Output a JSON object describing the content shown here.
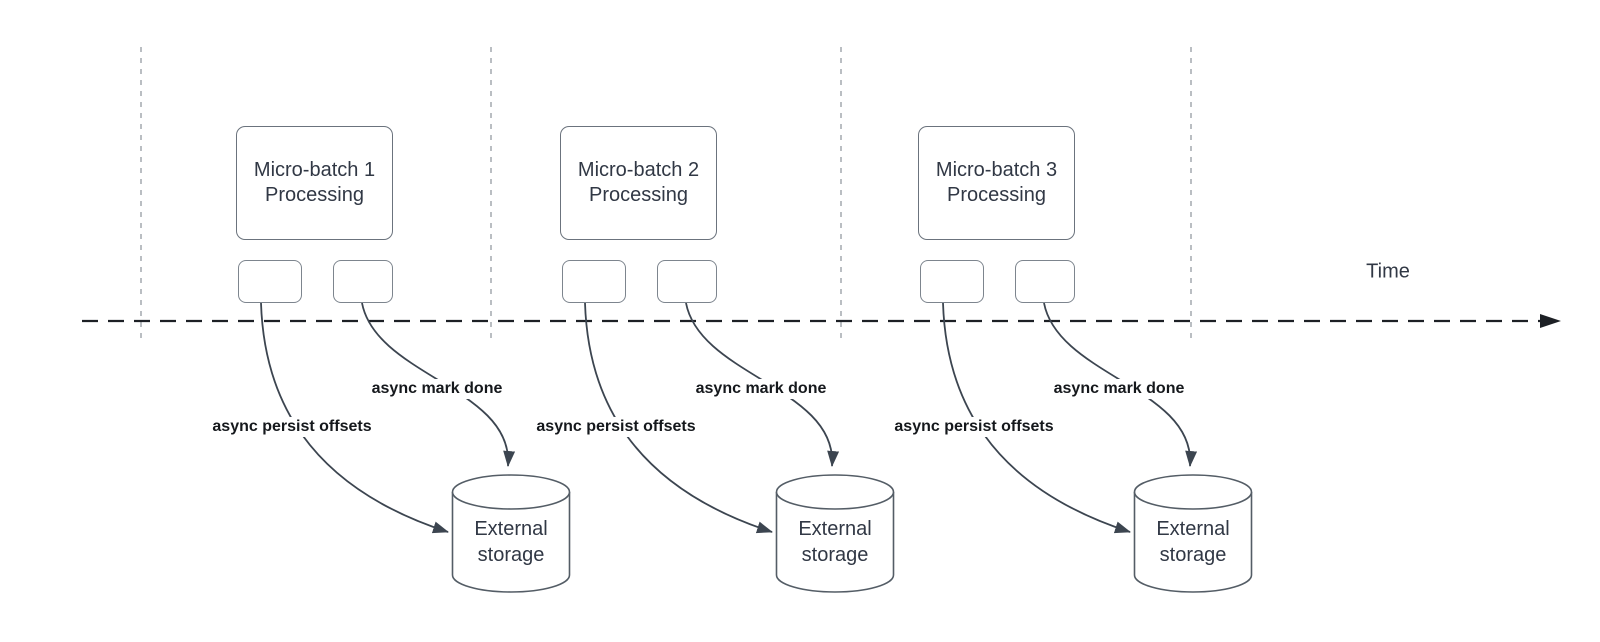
{
  "diagram": {
    "type": "timeline-flow-diagram",
    "time_label": "Time",
    "clusters": [
      {
        "title": "Micro-batch 1\nProcessing",
        "persist_label": "async persist offsets",
        "done_label": "async mark done",
        "storage": "External\nstorage"
      },
      {
        "title": "Micro-batch 2\nProcessing",
        "persist_label": "async persist offsets",
        "done_label": "async mark done",
        "storage": "External\nstorage"
      },
      {
        "title": "Micro-batch 3\nProcessing",
        "persist_label": "async persist offsets",
        "done_label": "async mark done",
        "storage": "External\nstorage"
      }
    ],
    "colors": {
      "background": "#ffffff",
      "time_axis": "#1d2025",
      "batch_boundary_line": "#a9aeb4",
      "box_stroke": "#6b737d",
      "task_box_stroke": "#7d858e",
      "cylinder_stroke": "#545d66",
      "arrow": "#3c4550",
      "shape_text": "#313845",
      "label_text": "#15181c"
    }
  }
}
